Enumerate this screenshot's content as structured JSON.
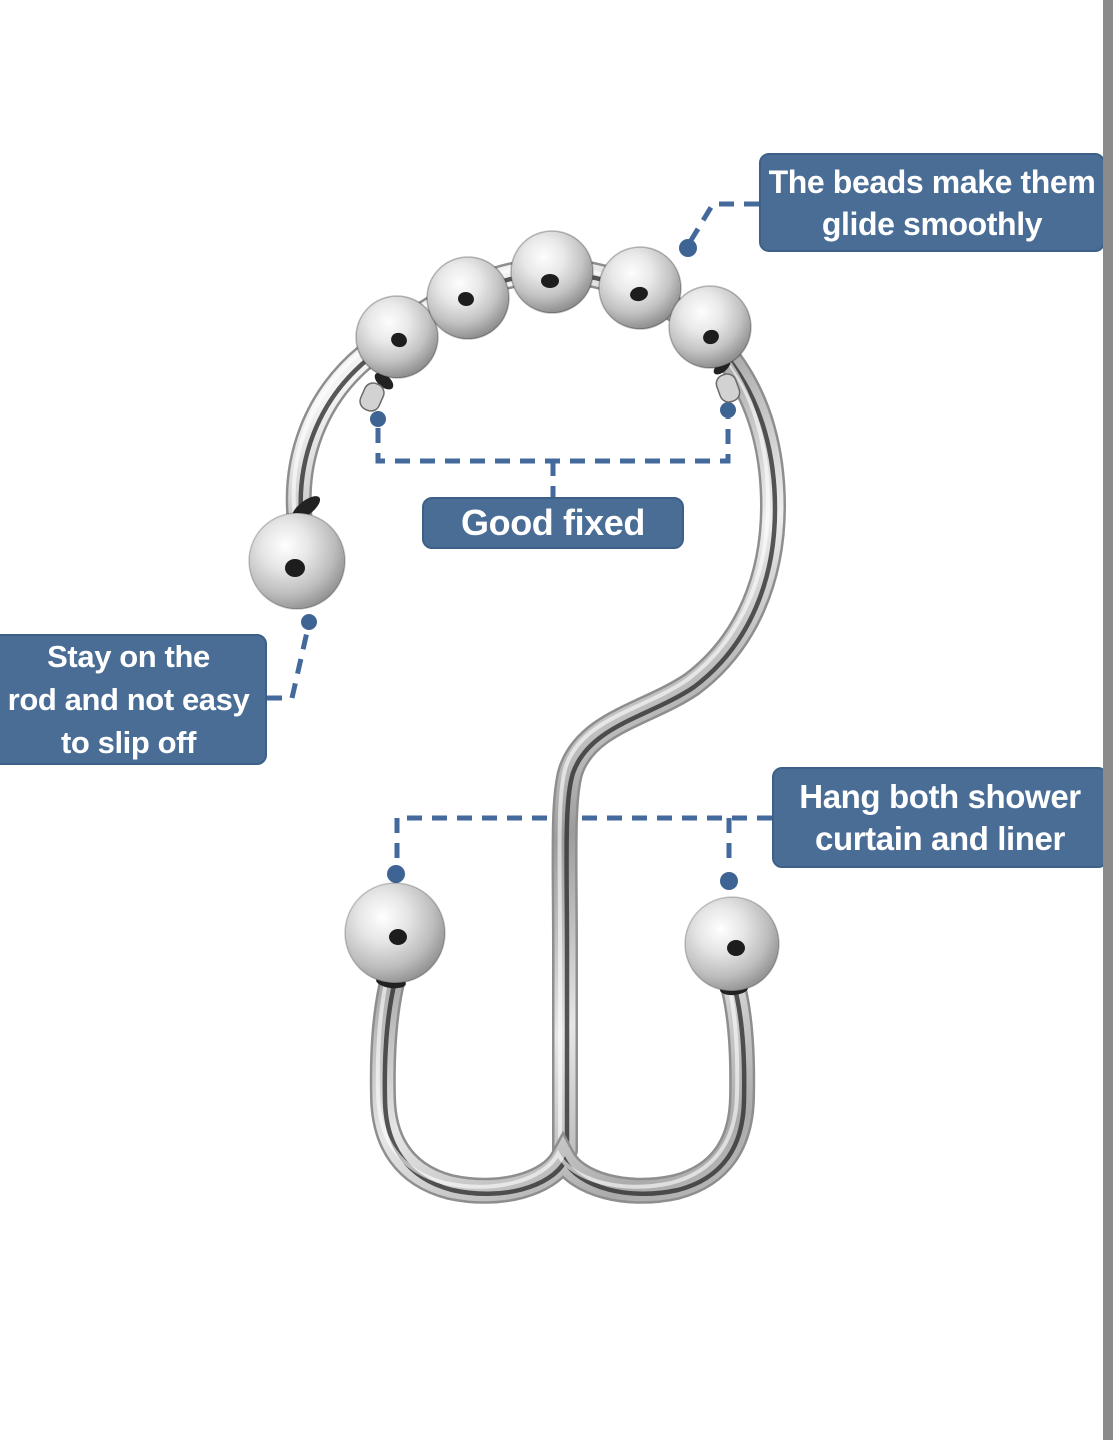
{
  "callouts": {
    "beads": {
      "text": "The beads make them\nglide smoothly"
    },
    "fixed": {
      "text": "Good fixed"
    },
    "stay": {
      "text": "Stay on the\nrod and not easy\nto slip off"
    },
    "hang": {
      "text": "Hang both shower\ncurtain and liner"
    }
  },
  "colors": {
    "callout_bg": "#4a6d96",
    "callout_border": "#3d6088",
    "callout_text": "#ffffff",
    "connector": "#44699b",
    "connector_dot": "#3e6493",
    "scrollbar": "#8b8b8b",
    "background": "#ffffff"
  }
}
